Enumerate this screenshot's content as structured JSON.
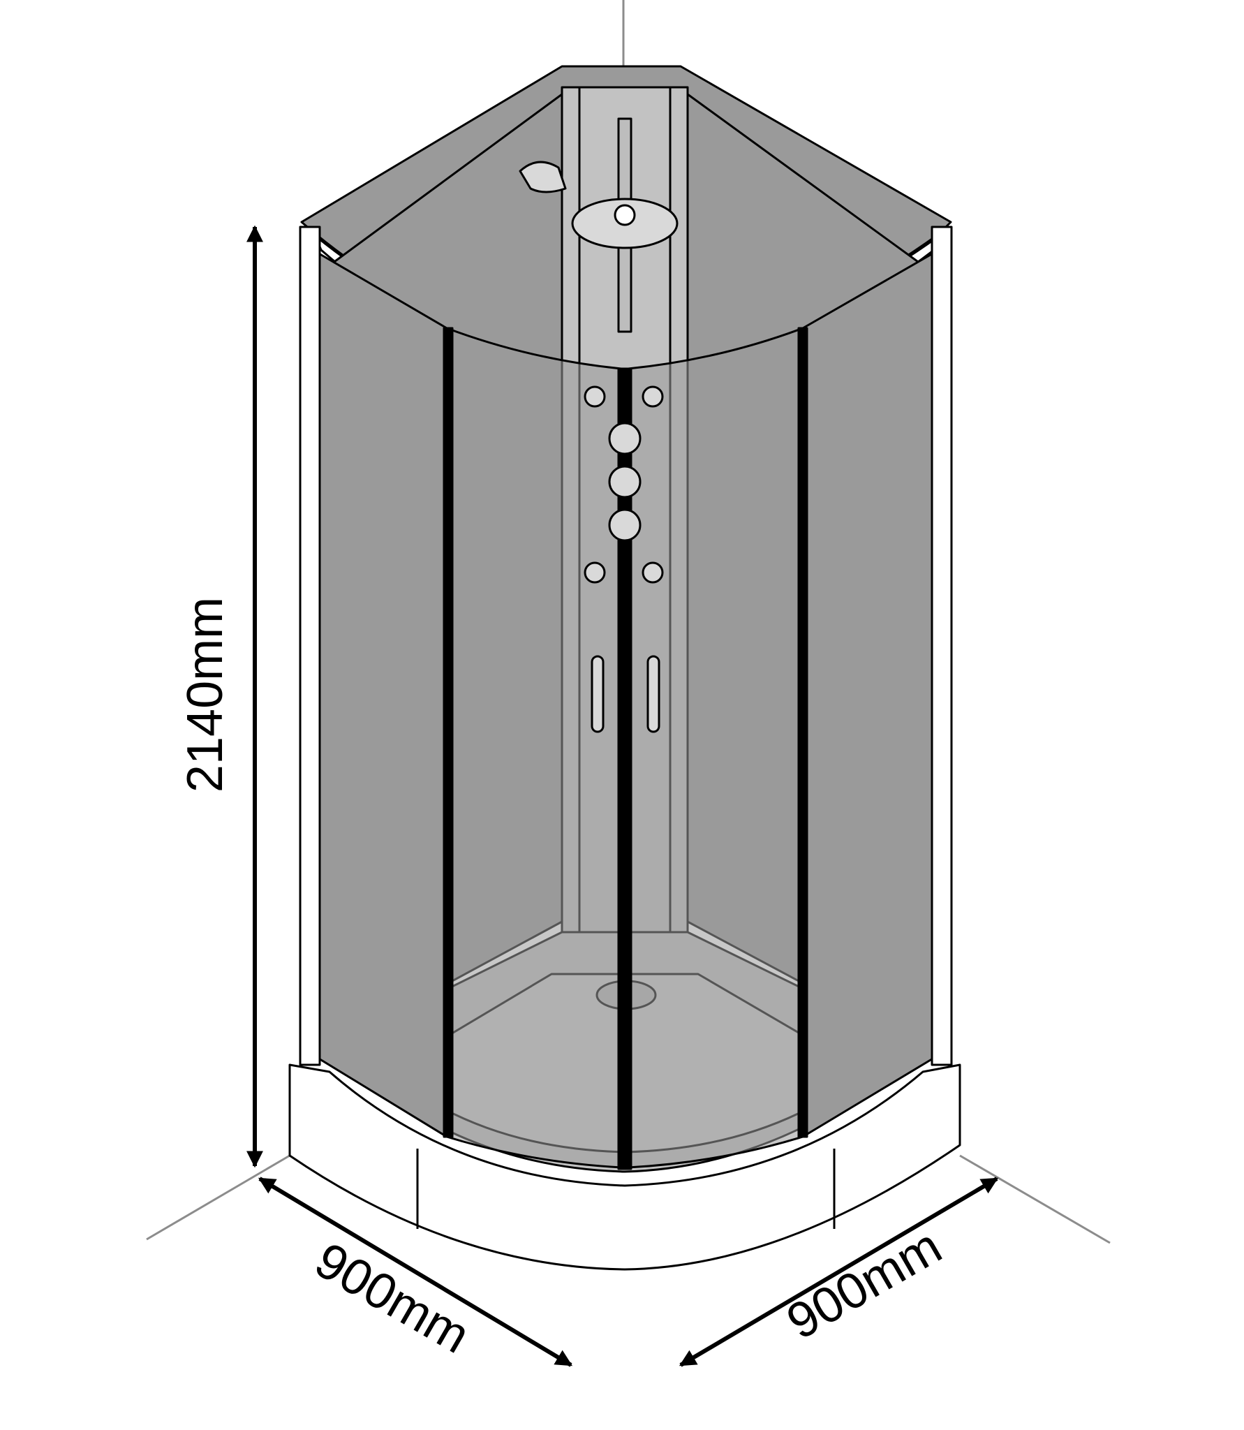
{
  "dimensions": {
    "height": "2140mm",
    "width_left": "900mm",
    "width_right": "900mm"
  },
  "colors": {
    "line": "#000000",
    "glass": "#9a9a9a",
    "glass_light": "#c2c2c2",
    "frame": "#ffffff",
    "guide": "#8c8c8c"
  }
}
